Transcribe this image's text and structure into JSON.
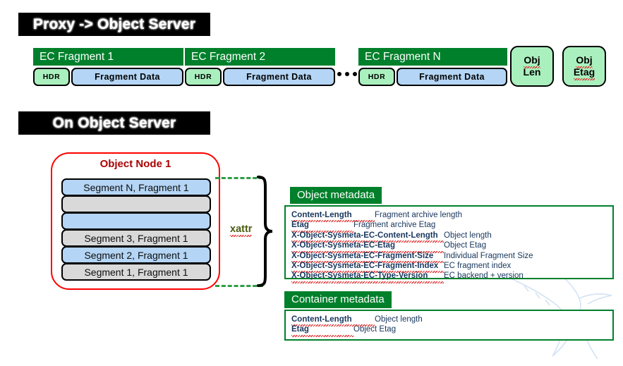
{
  "sections": {
    "proxy_banner": "Proxy -> Object Server",
    "objserver_banner": "On Object Server"
  },
  "ec_fragments": [
    {
      "title": "EC Fragment 1",
      "hdr": "HDR",
      "data": "Fragment  Data"
    },
    {
      "title": "EC Fragment 2",
      "hdr": "HDR",
      "data": "Fragment  Data"
    },
    {
      "title": "EC Fragment N",
      "hdr": "HDR",
      "data": "Fragment  Data"
    }
  ],
  "ellipsis": "...",
  "obj_boxes": [
    {
      "line1": "Obj",
      "line2": "Len"
    },
    {
      "line1": "Obj",
      "line2": "Etag"
    }
  ],
  "object_node": {
    "title": "Object Node 1",
    "segments": [
      {
        "label": "Segment N, Fragment 1",
        "color": "blue"
      },
      {
        "label": "",
        "color": "gray"
      },
      {
        "label": "",
        "color": "blue"
      },
      {
        "label": "Segment 3, Fragment 1",
        "color": "gray"
      },
      {
        "label": "Segment 2, Fragment 1",
        "color": "blue"
      },
      {
        "label": "Segment 1, Fragment 1",
        "color": "gray"
      }
    ]
  },
  "xattr_label": "xattr",
  "object_metadata": {
    "header": "Object metadata",
    "rows": [
      {
        "key": "Content-Length",
        "value": "Fragment archive length",
        "key_width": 118
      },
      {
        "key": "Etag",
        "value": "Fragment archive Etag",
        "key_width": 88
      },
      {
        "key": "X-Object-Sysmeta-EC-Content-Length",
        "value": "Object length",
        "key_width": 216
      },
      {
        "key": "X-Object-Sysmeta-EC-Etag",
        "value": "Object Etag",
        "key_width": 216
      },
      {
        "key": "X-Object-Sysmeta-EC-Fragment-Size",
        "value": "Individual Fragment Size",
        "key_width": 216
      },
      {
        "key": "X-Object-Sysmeta-EC-Fragment-Index",
        "value": "EC fragment index",
        "key_width": 216
      },
      {
        "key": "X-Object-Sysmeta-EC-Type-Version",
        "value": "EC backend + version",
        "key_width": 216
      }
    ]
  },
  "container_metadata": {
    "header": "Container metadata",
    "rows": [
      {
        "key": "Content-Length",
        "value": "Object length",
        "key_width": 118
      },
      {
        "key": "Etag",
        "value": "Object Etag",
        "key_width": 88
      }
    ]
  },
  "colors": {
    "green_header": "#00802B",
    "light_green": "#AAF0BE",
    "light_blue": "#B4D5F5",
    "gray": "#D9D9D9",
    "red_node": "#FF0000",
    "node_title": "#AA0000",
    "meta_text": "#17365D",
    "dash_green": "#2E9E45",
    "xattr": "#4C5C12"
  }
}
